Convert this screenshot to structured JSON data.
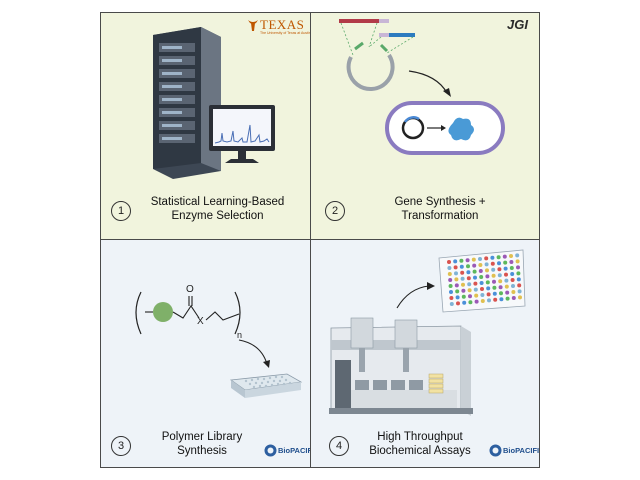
{
  "panels": [
    {
      "step": "1",
      "caption_line1": "Statistical Learning-Based",
      "caption_line2": "Enzyme Selection"
    },
    {
      "step": "2",
      "caption_line1": "Gene Synthesis +",
      "caption_line2": "Transformation"
    },
    {
      "step": "3",
      "caption_line1": "Polymer Library",
      "caption_line2": "Synthesis"
    },
    {
      "step": "4",
      "caption_line1": "High Throughput",
      "caption_line2": "Biochemical Assays"
    }
  ],
  "logos": {
    "texas": "TEXAS",
    "texas_sub": "The University of Texas at Austin",
    "jgi": "JGI",
    "biopacific_3": "BioPACIFIC",
    "biopacific_4": "BioPACIFIC"
  },
  "polymer": {
    "carbonyl_o": "O",
    "heteroatom": "X",
    "repeat_n": "n"
  },
  "colors": {
    "top_panel_bg": "#f1f4dd",
    "bottom_panel_bg": "#eef3f8",
    "texas_orange": "#bf5700",
    "polymer_green": "#7fb069"
  }
}
